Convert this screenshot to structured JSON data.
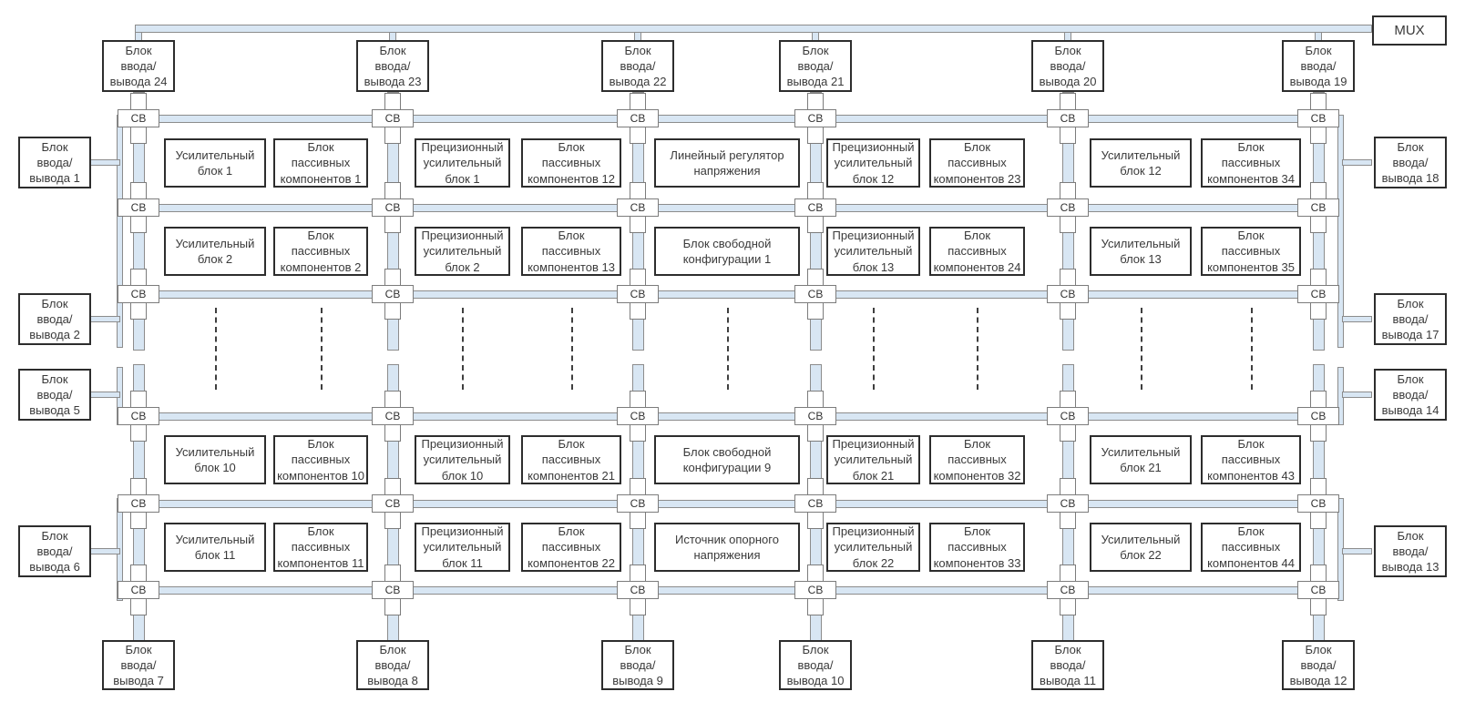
{
  "diagram": {
    "mux_label": "MUX",
    "junction_label": "СВ",
    "io_top": [
      "Блок\nввода/\nвывода 24",
      "Блок\nввода/\nвывода 23",
      "Блок\nввода/\nвывода 22",
      "Блок\nввода/\nвывода 21",
      "Блок\nввода/\nвывода 20",
      "Блок\nввода/\nвывода 19"
    ],
    "io_bottom": [
      "Блок\nввода/\nвывода 7",
      "Блок\nввода/\nвывода 8",
      "Блок\nввода/\nвывода 9",
      "Блок\nввода/\nвывода 10",
      "Блок\nввода/\nвывода 11",
      "Блок\nввода/\nвывода 12"
    ],
    "io_left": [
      "Блок\nввода/\nвывода 1",
      "Блок\nввода/\nвывода 2",
      "Блок\nввода/\nвывода 5",
      "Блок\nввода/\nвывода 6"
    ],
    "io_right": [
      "Блок\nввода/\nвывода 18",
      "Блок\nввода/\nвывода 17",
      "Блок\nввода/\nвывода 14",
      "Блок\nввода/\nвывода 13"
    ],
    "rows": [
      {
        "cells": [
          "Усилительный\nблок 1",
          "Блок\nпассивных\nкомпонентов 1",
          "Прецизионный\nусилительный\nблок 1",
          "Блок\nпассивных\nкомпонентов 12",
          "Линейный регулятор\nнапряжения",
          "Прецизионный\nусилительный\nблок 12",
          "Блок\nпассивных\nкомпонентов 23",
          "Усилительный\nблок 12",
          "Блок\nпассивных\nкомпонентов 34"
        ]
      },
      {
        "cells": [
          "Усилительный\nблок 2",
          "Блок\nпассивных\nкомпонентов 2",
          "Прецизионный\nусилительный\nблок 2",
          "Блок\nпассивных\nкомпонентов 13",
          "Блок свободной\nконфигурации 1",
          "Прецизионный\nусилительный\nблок 13",
          "Блок\nпассивных\nкомпонентов 24",
          "Усилительный\nблок 13",
          "Блок\nпассивных\nкомпонентов 35"
        ]
      },
      {
        "cells": [
          "Усилительный\nблок 10",
          "Блок\nпассивных\nкомпонентов 10",
          "Прецизионный\nусилительный\nблок 10",
          "Блок\nпассивных\nкомпонентов 21",
          "Блок свободной\nконфигурации 9",
          "Прецизионный\nусилительный\nблок 21",
          "Блок\nпассивных\nкомпонентов 32",
          "Усилительный\nблок 21",
          "Блок\nпассивных\nкомпонентов 43"
        ]
      },
      {
        "cells": [
          "Усилительный\nблок 11",
          "Блок\nпассивных\nкомпонентов 11",
          "Прецизионный\nусилительный\nблок 11",
          "Блок\nпассивных\nкомпонентов 22",
          "Источник опорного\nнапряжения",
          "Прецизионный\nусилительный\nблок 22",
          "Блок\nпассивных\nкомпонентов 33",
          "Усилительный\nблок 22",
          "Блок\nпассивных\nкомпонентов 44"
        ]
      }
    ],
    "colors": {
      "bus_fill": "#d8e6f3",
      "bus_border": "#8c8c8c",
      "block_border": "#2d2d2d",
      "text": "#3a3a3a",
      "background": "#ffffff"
    }
  }
}
